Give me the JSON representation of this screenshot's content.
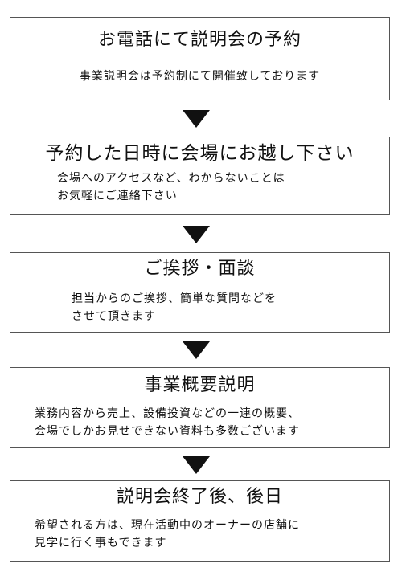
{
  "steps": [
    {
      "title": "お電話にて説明会の予約",
      "lines": [
        "事業説明会は予約制にて開催致しております"
      ]
    },
    {
      "title": "予約した日時に会場にお越し下さい",
      "lines": [
        "会場へのアクセスなど、わからないことは",
        "お気軽にご連絡下さい"
      ]
    },
    {
      "title": "ご挨拶・面談",
      "lines": [
        "担当からのご挨拶、簡単な質問などを",
        "させて頂きます"
      ]
    },
    {
      "title": "事業概要説明",
      "lines": [
        "業務内容から売上、設備投資などの一連の概要、",
        "会場でしかお見せできない資料も多数ございます"
      ]
    },
    {
      "title": "説明会終了後、後日",
      "lines": [
        "希望される方は、現在活動中のオーナーの店舗に",
        "見学に行く事もできます"
      ]
    }
  ],
  "colors": {
    "border": "#555555",
    "arrow": "#111111",
    "text": "#111111"
  },
  "icons": {
    "connector": "down-triangle-arrow-icon"
  }
}
